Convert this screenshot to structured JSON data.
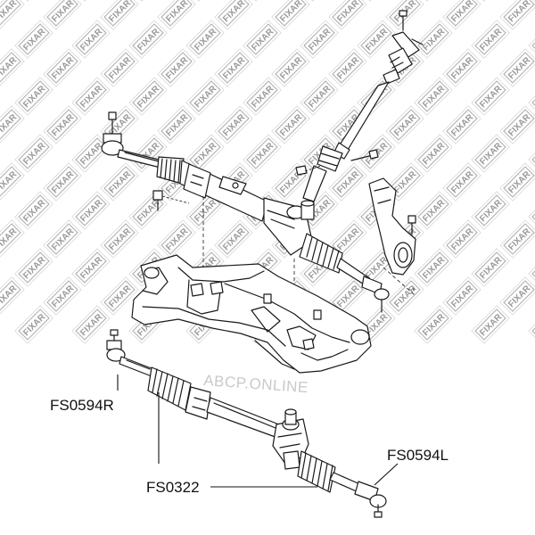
{
  "watermark": {
    "brand": "FIXAR",
    "site": "ABCP.ONLINE"
  },
  "labels": {
    "tie_rod_right": "FS0594R",
    "steering_rack": "FS0322",
    "tie_rod_left": "FS0594L"
  }
}
